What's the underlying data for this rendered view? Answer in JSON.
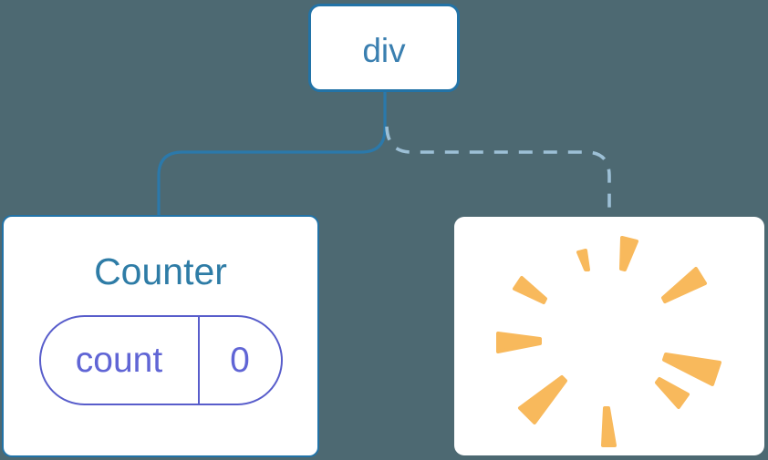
{
  "diagram": {
    "root_node": {
      "label": "div"
    },
    "counter_card": {
      "title": "Counter",
      "state_pill": {
        "key": "count",
        "value": "0"
      }
    },
    "removed_card": {
      "icon": "poof-icon"
    },
    "links": [
      {
        "type": "solid",
        "from": "div",
        "to": "Counter"
      },
      {
        "type": "dashed",
        "from": "div",
        "to": "removed"
      }
    ]
  },
  "colors": {
    "background": "#4D6972",
    "card_bg": "#FFFFFF",
    "node_border": "#2273A7",
    "node_text": "#3A7FB0",
    "title_text": "#2E7CA6",
    "pill_border": "#585DCB",
    "pill_text": "#6065D5",
    "solid_link": "#2B79AB",
    "dashed_link": "#9DC0D6",
    "poof": "#F8B95C"
  }
}
